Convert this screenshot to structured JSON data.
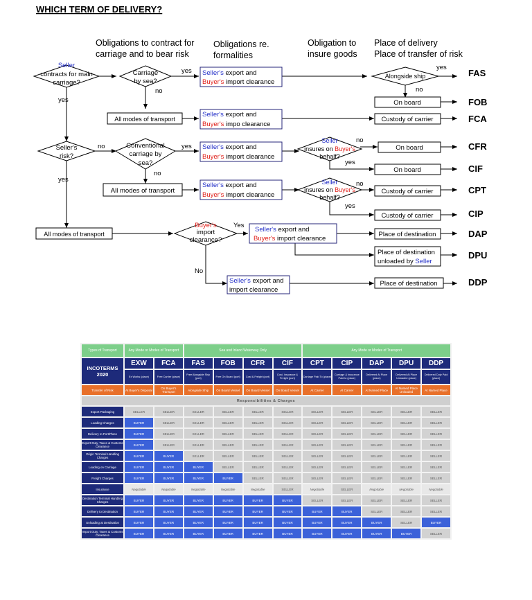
{
  "title": "WHICH TERM OF DELIVERY?",
  "flow": {
    "headers": {
      "h1a": "Obligations to contract for",
      "h1b": "carriage and to bear risk",
      "h2a": "Obligations re.",
      "h2b": "formalities",
      "h3a": "Obligation to",
      "h3b": "insure goods",
      "h4a": "Place of delivery",
      "h4b": "Place of transfer of risk"
    },
    "d1": {
      "l1": "Seller",
      "l2": "contracts for main",
      "l3": "carriage?"
    },
    "d2": {
      "l1": "Carriage",
      "l2": "by sea?"
    },
    "d3": {
      "l1": "Seller's",
      "l2": "risk?"
    },
    "d4": {
      "l1": "Conventional",
      "l2": "carriage by",
      "l3": "sea?"
    },
    "d5": {
      "l1": "Seller",
      "l2a": "insures on ",
      "l2b": "Buyer's",
      "l3": "behalf?"
    },
    "d6": {
      "l1": "Seller",
      "l2a": "insures on ",
      "l2b": "Buyer's",
      "l3": "behalf?"
    },
    "d7": {
      "l1": "Buyer's",
      "l2": "import",
      "l3": "clearance?"
    },
    "d8": {
      "l1": "Alongside ship"
    },
    "labels": {
      "yes": "yes",
      "no": "no",
      "Yes": "Yes",
      "No": "No"
    },
    "boxes": {
      "all_modes": "All modes of transport",
      "seller": "Seller's",
      "export_and": " export and",
      "buyer": "Buyer's",
      "import_clearance": " import clearance",
      "impo_clearance": " impo clearance",
      "import_clearance2": " import  clearance",
      "import_clearance_plain": "import clearance",
      "on_board": "On board",
      "custody": "Custody of carrier",
      "place_dest": "Place of destination",
      "unloaded_by": "unloaded by ",
      "seller_word": "Seller"
    },
    "terms": [
      "FAS",
      "FOB",
      "FCA",
      "CFR",
      "CIF",
      "CPT",
      "CIP",
      "DAP",
      "DPU",
      "DDP"
    ],
    "colors": {
      "seller": "#2430c8",
      "buyer": "#e0201a",
      "box_border": "#24247a"
    }
  },
  "table": {
    "types_label": "Types of Transport",
    "any_mode_a": "Any Mode or Modes of Transport",
    "sea_only": "Sea and Inland Waterway Only",
    "any_mode_b": "Any Mode or Modes of Transport",
    "incoterms_a": "INCOTERMS",
    "incoterms_b": "2020",
    "terms": [
      {
        "code": "EXW",
        "name": "Ex Works (place)",
        "risk": "At Buyer's Disposal"
      },
      {
        "code": "FCA",
        "name": "Free Carrier (place)",
        "risk": "On Buyer's Transport"
      },
      {
        "code": "FAS",
        "name": "Free Alongside Ship (port)",
        "risk": "Alongside Ship"
      },
      {
        "code": "FOB",
        "name": "Free On Board (port)",
        "risk": "On Board Vessel"
      },
      {
        "code": "CFR",
        "name": "Cost & Freight (port)",
        "risk": "On Board Vessel"
      },
      {
        "code": "CIF",
        "name": "Cost, Insurance & Freight (port)",
        "risk": "On Board Vessel"
      },
      {
        "code": "CPT",
        "name": "Carriage Paid To (place)",
        "risk": "At Carrier"
      },
      {
        "code": "CIP",
        "name": "Carriage & Insurance Paid to (place)",
        "risk": "At Carrier"
      },
      {
        "code": "DAP",
        "name": "Delivered At Place (place)",
        "risk": "At Named Place"
      },
      {
        "code": "DPU",
        "name": "Delivered At Place Unloaded (place)",
        "risk": "At Named Place Unloaded"
      },
      {
        "code": "DDP",
        "name": "Delivered Duty Paid (place)",
        "risk": "At Named Place"
      }
    ],
    "risk_label": "Transfer of Risk",
    "responsibilities": "Responsibilities & Charges",
    "rows": [
      {
        "label": "Export Packaging",
        "cells": [
          "SELLER",
          "SELLER",
          "SELLER",
          "SELLER",
          "SELLER",
          "SELLER",
          "SELLER",
          "SELLER",
          "SELLER",
          "SELLER",
          "SELLER"
        ]
      },
      {
        "label": "Loading Charges",
        "cells": [
          "BUYER",
          "SELLER",
          "SELLER",
          "SELLER",
          "SELLER",
          "SELLER",
          "SELLER",
          "SELLER",
          "SELLER",
          "SELLER",
          "SELLER"
        ]
      },
      {
        "label": "Delivery to Port/Place",
        "cells": [
          "BUYER",
          "SELLER",
          "SELLER",
          "SELLER",
          "SELLER",
          "SELLER",
          "SELLER",
          "SELLER",
          "SELLER",
          "SELLER",
          "SELLER"
        ]
      },
      {
        "label": "Export Duty, Taxes & Customs Clearance",
        "cells": [
          "BUYER",
          "SELLER",
          "SELLER",
          "SELLER",
          "SELLER",
          "SELLER",
          "SELLER",
          "SELLER",
          "SELLER",
          "SELLER",
          "SELLER"
        ]
      },
      {
        "label": "Origin Terminal Handling Charges",
        "cells": [
          "BUYER",
          "BUYER",
          "SELLER",
          "SELLER",
          "SELLER",
          "SELLER",
          "SELLER",
          "SELLER",
          "SELLER",
          "SELLER",
          "SELLER"
        ]
      },
      {
        "label": "Loading on Carriage",
        "cells": [
          "BUYER",
          "BUYER",
          "BUYER",
          "SELLER",
          "SELLER",
          "SELLER",
          "SELLER",
          "SELLER",
          "SELLER",
          "SELLER",
          "SELLER"
        ]
      },
      {
        "label": "Freight Charges",
        "cells": [
          "BUYER",
          "BUYER",
          "BUYER",
          "BUYER",
          "SELLER",
          "SELLER",
          "SELLER",
          "SELLER",
          "SELLER",
          "SELLER",
          "SELLER"
        ]
      },
      {
        "label": "Insurance",
        "cells": [
          "Negotiable",
          "Negotiable",
          "Negotiable",
          "Negotiable",
          "Negotiable",
          "SELLER",
          "Negotiable",
          "SELLER",
          "Negotiable",
          "Negotiable",
          "Negotiable"
        ]
      },
      {
        "label": "Destination Terminal Handling Charges",
        "cells": [
          "BUYER",
          "BUYER",
          "BUYER",
          "BUYER",
          "BUYER",
          "BUYER",
          "SELLER",
          "SELLER",
          "SELLER",
          "SELLER",
          "SELLER"
        ]
      },
      {
        "label": "Delivery to Destination",
        "cells": [
          "BUYER",
          "BUYER",
          "BUYER",
          "BUYER",
          "BUYER",
          "BUYER",
          "BUYER",
          "BUYER",
          "SELLER",
          "SELLER",
          "SELLER"
        ]
      },
      {
        "label": "Unloading at Destination",
        "cells": [
          "BUYER",
          "BUYER",
          "BUYER",
          "BUYER",
          "BUYER",
          "BUYER",
          "BUYER",
          "BUYER",
          "BUYER",
          "SELLER",
          "BUYER"
        ]
      },
      {
        "label": "Import Duty, Taxes & Customs Clearance",
        "cells": [
          "BUYER",
          "BUYER",
          "BUYER",
          "BUYER",
          "BUYER",
          "BUYER",
          "BUYER",
          "BUYER",
          "BUYER",
          "BUYER",
          "SELLER"
        ]
      }
    ],
    "colors": {
      "green": "#7dcf8a",
      "navy": "#1d2a7a",
      "orange": "#e8702a",
      "buyer": "#3b61d9",
      "seller": "#d2d2d2"
    }
  }
}
